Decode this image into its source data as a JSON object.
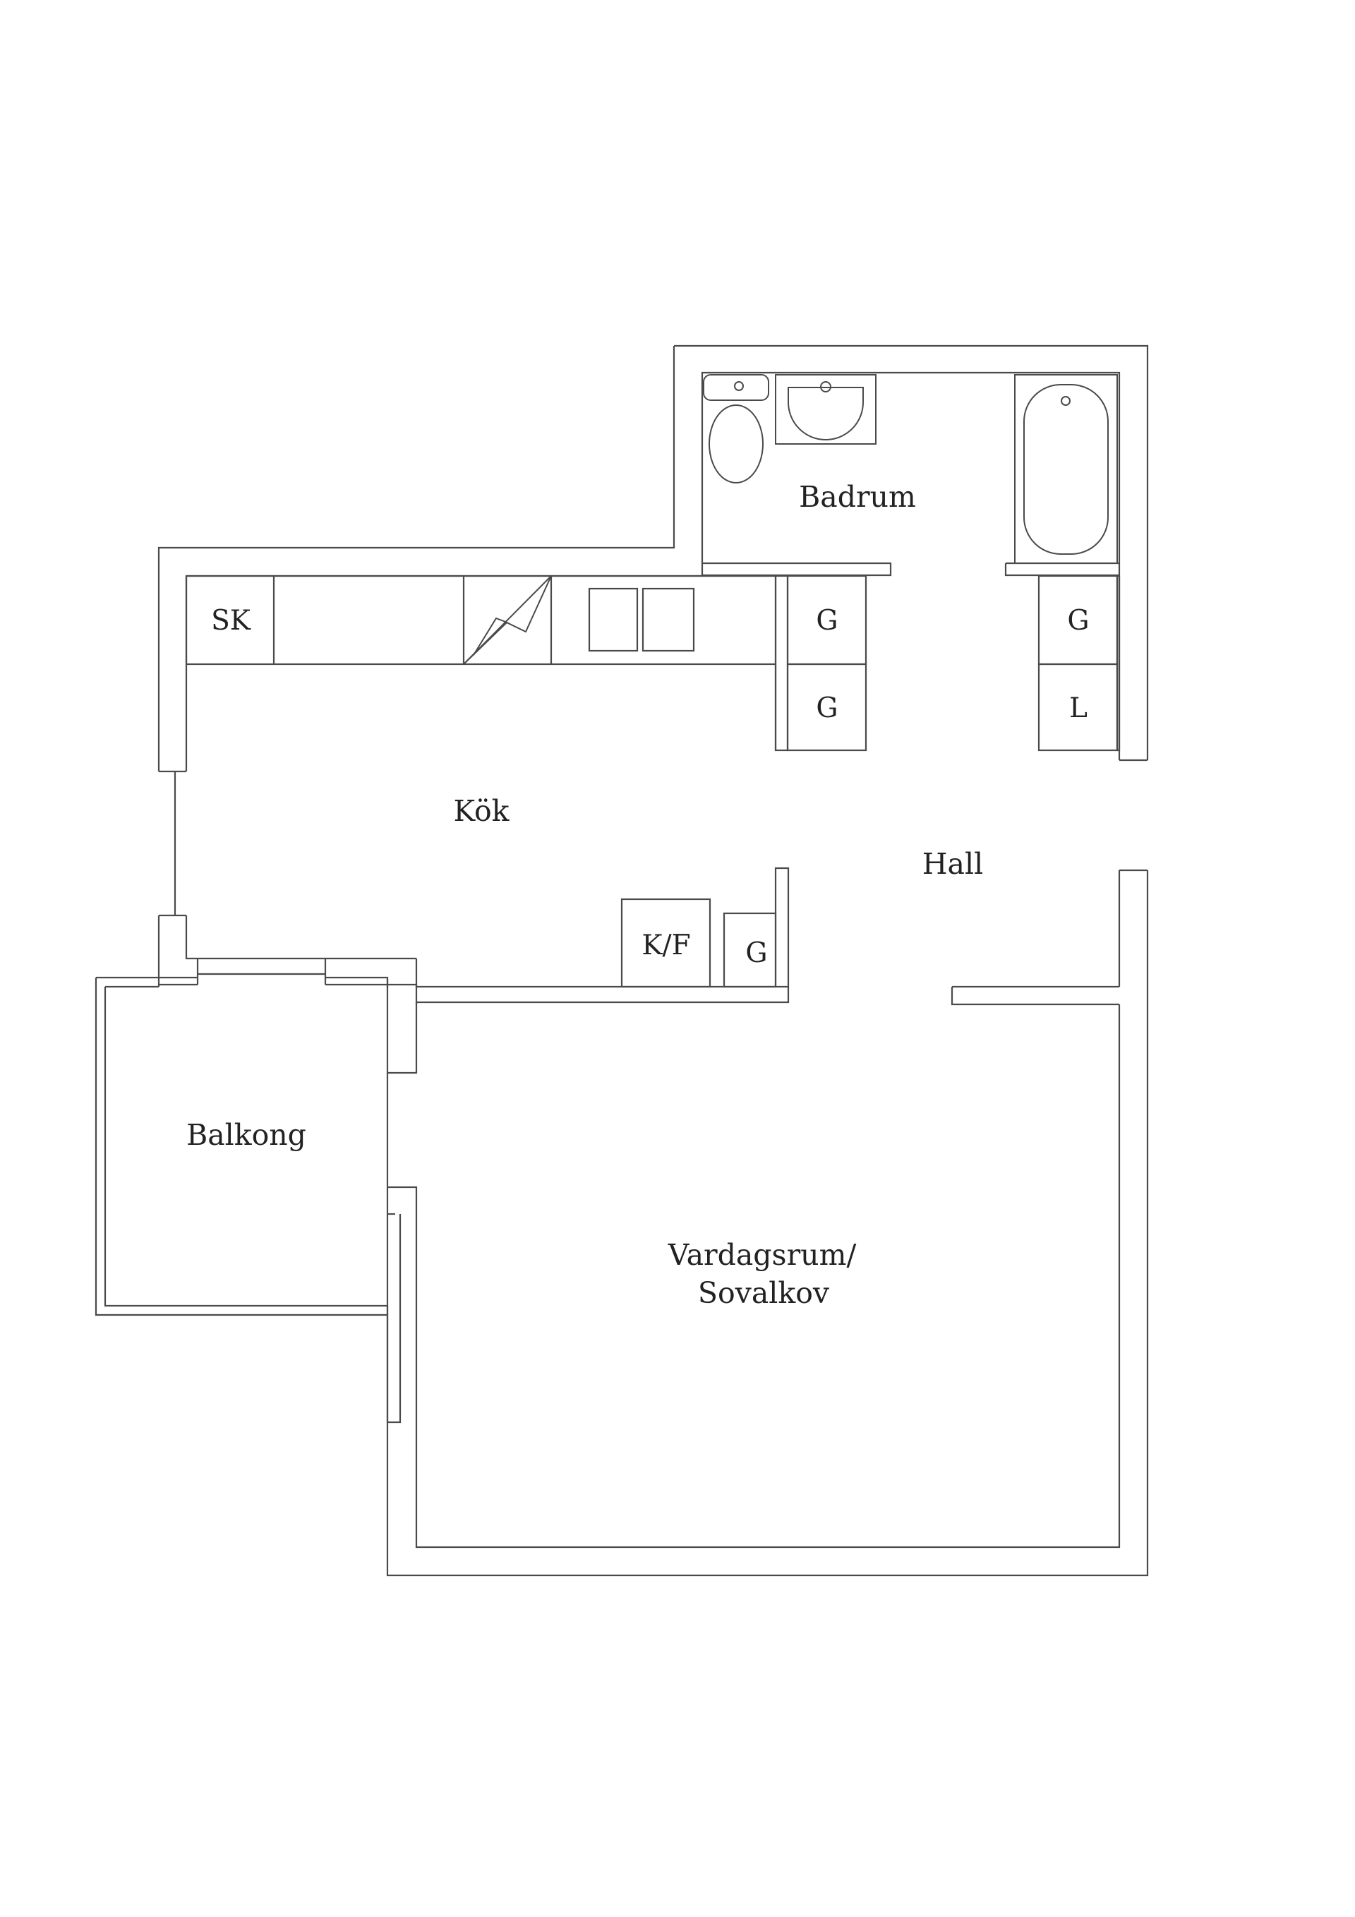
{
  "rooms": {
    "badrum": "Badrum",
    "kok": "Kök",
    "hall": "Hall",
    "balkong": "Balkong",
    "vardagsrum_line1": "Vardagsrum/",
    "vardagsrum_line2": "Sovalkov"
  },
  "fixtures": {
    "sk": "SK",
    "kf": "K/F",
    "g": "G",
    "l": "L"
  },
  "colors": {
    "line": "#4a4a4a",
    "text": "#222222",
    "background": "#ffffff"
  },
  "icons": {
    "entrance": "arrow-left-icon",
    "stove": "lightning-icon",
    "toilet": "toilet-icon",
    "sink": "sink-icon",
    "bathtub": "bathtub-icon"
  }
}
